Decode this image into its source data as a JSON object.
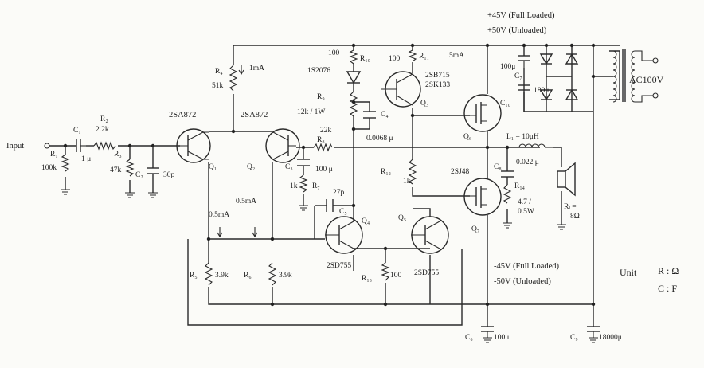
{
  "supply": {
    "pos_full": "+45V (Full Loaded)",
    "pos_unloaded": "+50V (Unloaded)",
    "neg_full": "-45V (Full Loaded)",
    "neg_unloaded": "-50V (Unloaded)",
    "ac": "AC100V"
  },
  "input_label": "Input",
  "parts": {
    "r1": "R₁",
    "r1_val": "100k",
    "c1": "C₁",
    "c1_val": "1 μ",
    "r2": "R₂",
    "r2_val": "2.2k",
    "r3": "R₃",
    "r3_val": "47k",
    "c2": "C₂",
    "c2_val": "30p",
    "r4": "R₄",
    "r4_val": "51k",
    "r4_cur": "1mA",
    "q1_type": "2SA872",
    "q1": "Q₁",
    "q2_type": "2SA872",
    "q2": "Q₂",
    "r10_val": "100",
    "r10": "R₁₀",
    "d1": "1S2076",
    "r11_val": "100",
    "r11": "R₁₁",
    "r11_cur": "5mA",
    "q3_type": "2SB715",
    "q3": "Q₃",
    "q6_type": "2SK133",
    "q6": "Q₆",
    "c7": "C₇",
    "c7_val": "100μ",
    "c10": "C₁₀",
    "c10_val": "180μ",
    "r9": "R₉",
    "r9_val": "12k / 1W",
    "c4": "C₄",
    "c4_val": "0.0068 μ",
    "r8": "R₈",
    "r8_val": "22k",
    "c3": "C₃",
    "c3_val": "100 μ",
    "r7": "R₇",
    "r7_val": "1k",
    "c5": "C₅",
    "c5_val": "27p",
    "q4": "Q₄",
    "q4_type": "2SD755",
    "q5": "Q₅",
    "q5_type": "2SD755",
    "r12": "R₁₂",
    "r12_val": "1k",
    "r13": "R₁₃",
    "r13_val": "100",
    "q7_type": "2SJ48",
    "q7": "Q₇",
    "l1": "L₁ = 10μH",
    "c8": "C₈",
    "c8_val": "0.022 μ",
    "r14": "R₁₄",
    "r14_val": "4.7 /",
    "r14_w": "0.5W",
    "rl": "Rₗ =",
    "rl_val": "8Ω",
    "r5": "R₅",
    "r5_val": "3.9k",
    "r6": "R₆",
    "r6_val": "3.9k",
    "cur_q1": "0.5mA",
    "cur_q2": "0.5mA",
    "c6": "C₆",
    "c6_val": "100μ",
    "c9": "C₉",
    "c9_val": "18000μ"
  },
  "units": {
    "title": "Unit",
    "r": "R : Ω",
    "c": "C : F"
  }
}
